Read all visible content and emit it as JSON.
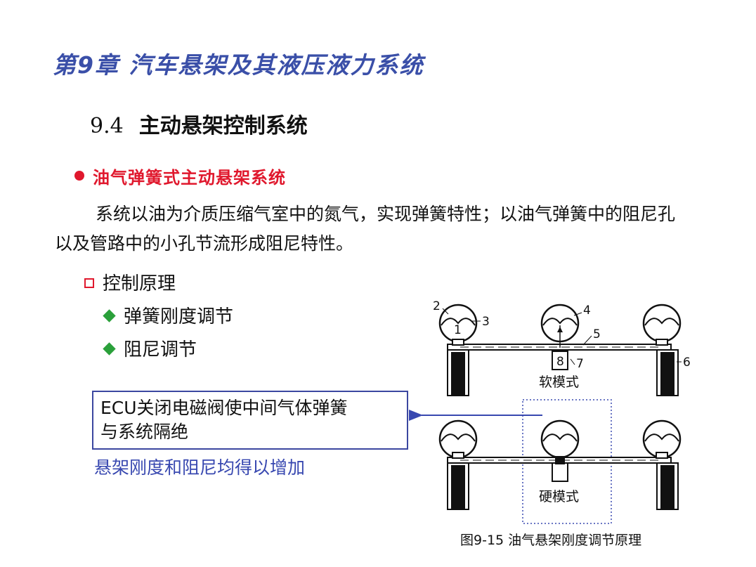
{
  "header": {
    "chapter_title": "第9章 汽车悬架及其液压液力系统"
  },
  "section": {
    "number": "9.4",
    "title": "主动悬架控制系统"
  },
  "subheading": "油气弹簧式主动悬架系统",
  "paragraph": "系统以油为介质压缩气室中的氮气，实现弹簧特性；以油气弹簧中的阻尼孔以及管路中的小孔节流形成阻尼特性。",
  "control": {
    "label": "控制原理",
    "items": [
      "弹簧刚度调节",
      "阻尼调节"
    ]
  },
  "ecu_note": {
    "line1": "ECU关闭电磁阀使中间气体弹簧",
    "line2": "与系统隔绝"
  },
  "result_text": "悬架刚度和阻尼均得以增加",
  "figure": {
    "caption": "图9-15 油气悬架刚度调节原理",
    "soft_label": "软模式",
    "hard_label": "硬模式",
    "numbers": [
      "1",
      "2",
      "3",
      "4",
      "5",
      "6",
      "7",
      "8"
    ]
  },
  "colors": {
    "title_blue": "#3a4fa8",
    "accent_red": "#e0182d",
    "bullet_green": "#2aa03a",
    "box_border": "#3b47a0",
    "result_blue": "#3848b0"
  }
}
